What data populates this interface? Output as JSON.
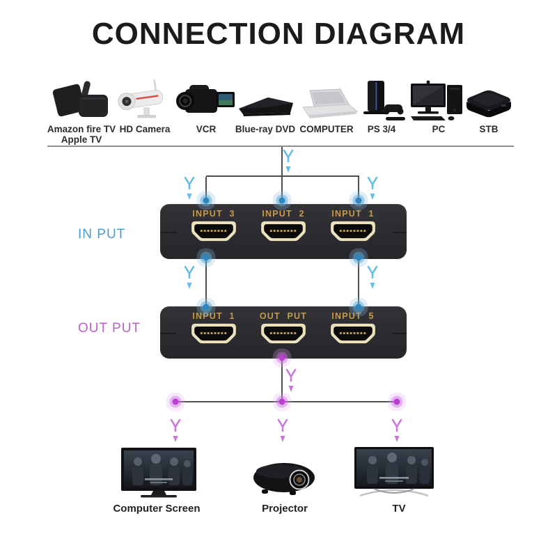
{
  "title": "CONNECTION DIAGRAM",
  "colors": {
    "input_accent": "#62bde8",
    "output_accent": "#cb76dc",
    "input_side_label": "#4a9dca",
    "output_side_label": "#ba62c8",
    "switch_box": "#2a2a2d",
    "port_label_gold": "#c59a4d",
    "port_outline_cream": "#ece1bd",
    "connector_line": "#4d4d4d"
  },
  "sources": [
    {
      "label": "Amazon fire TV",
      "label2": "Apple TV",
      "icon": "fire-tv-and-apple-tv"
    },
    {
      "label": "HD Camera",
      "icon": "security-camera"
    },
    {
      "label": "VCR",
      "icon": "camcorder"
    },
    {
      "label": "Blue-ray DVD",
      "icon": "bluray-player"
    },
    {
      "label": "COMPUTER",
      "icon": "laptop"
    },
    {
      "label": "PS 3/4",
      "icon": "game-console"
    },
    {
      "label": "PC",
      "icon": "desktop-pc"
    },
    {
      "label": "STB",
      "icon": "set-top-box"
    }
  ],
  "input_section": {
    "side_label": "IN PUT",
    "ports": [
      "INPUT 3",
      "INPUT 2",
      "INPUT 1"
    ]
  },
  "output_section": {
    "side_label": "OUT PUT",
    "ports": [
      "INPUT 1",
      "OUT PUT",
      "INPUT 5"
    ]
  },
  "sinks": [
    {
      "label": "Computer Screen",
      "icon": "monitor"
    },
    {
      "label": "Projector",
      "icon": "projector"
    },
    {
      "label": "TV",
      "icon": "tv"
    }
  ]
}
